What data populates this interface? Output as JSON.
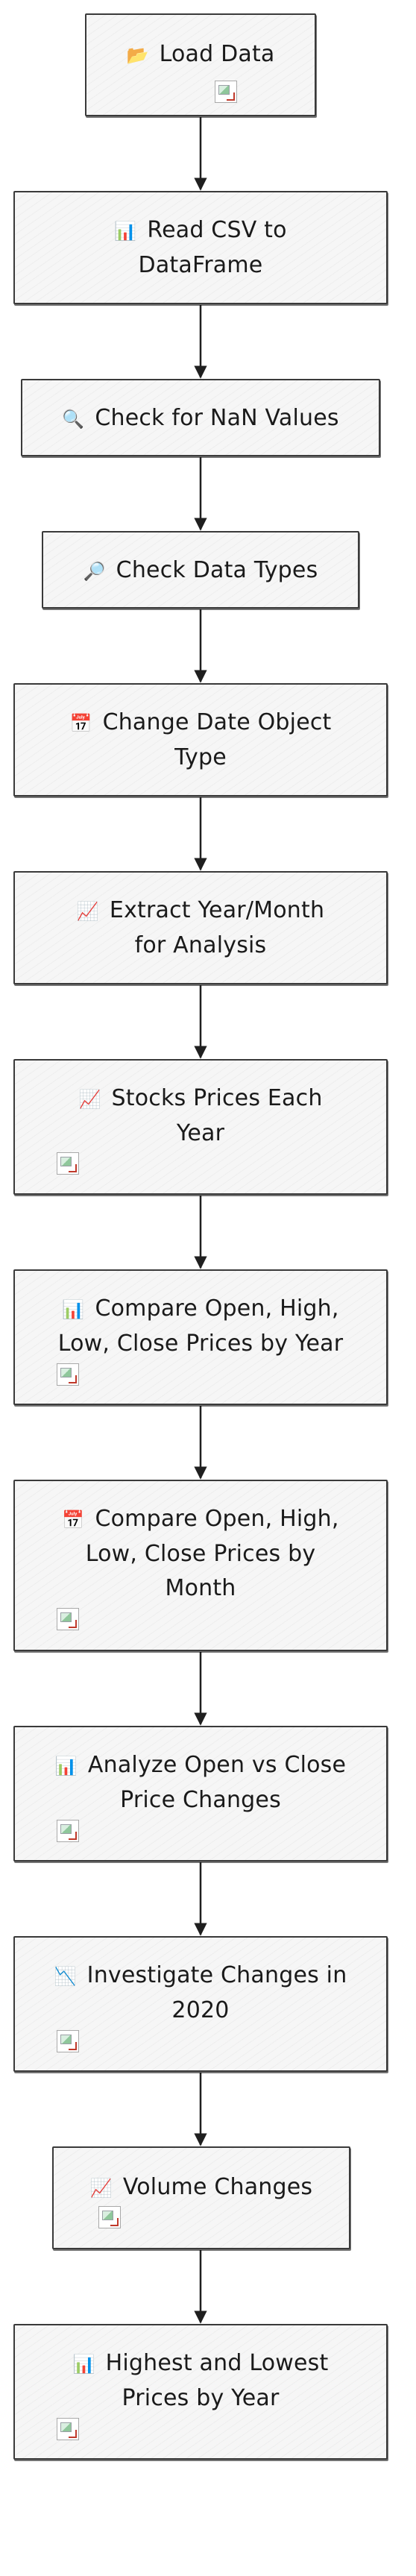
{
  "nodes": [
    {
      "id": "load",
      "icon": "folder-icon",
      "glyph": "📂",
      "text": "Load Data",
      "has_image": true
    },
    {
      "id": "read_csv",
      "icon": "bar-chart-icon",
      "glyph": "📊",
      "text": "Read CSV to DataFrame",
      "has_image": false
    },
    {
      "id": "check_nan",
      "icon": "magnifier-left-icon",
      "glyph": "🔍",
      "text": "Check for NaN Values",
      "has_image": false
    },
    {
      "id": "check_types",
      "icon": "magnifier-right-icon",
      "glyph": "🔎",
      "text": "Check Data Types",
      "has_image": false
    },
    {
      "id": "change_date",
      "icon": "calendar-icon",
      "glyph": "📅",
      "text": "Change Date Object Type",
      "has_image": false
    },
    {
      "id": "extract_year",
      "icon": "trend-up-icon",
      "glyph": "📈",
      "text": "Extract Year/Month for Analysis",
      "has_image": false
    },
    {
      "id": "stocks_prices",
      "icon": "trend-up-icon",
      "glyph": "📈",
      "text": "Stocks Prices Each Year",
      "has_image": true
    },
    {
      "id": "compare_year",
      "icon": "bar-chart-icon",
      "glyph": "📊",
      "text": "Compare Open, High, Low, Close Prices by Year",
      "has_image": true
    },
    {
      "id": "compare_month",
      "icon": "calendar-icon",
      "glyph": "📅",
      "text": "Compare Open, High, Low, Close Prices by Month",
      "has_image": true
    },
    {
      "id": "open_close",
      "icon": "bar-chart-icon",
      "glyph": "📊",
      "text": "Analyze Open vs Close Price Changes",
      "has_image": true
    },
    {
      "id": "changes_2020",
      "icon": "trend-down-icon",
      "glyph": "📉",
      "text": "Investigate Changes in 2020",
      "has_image": true
    },
    {
      "id": "volume",
      "icon": "trend-up-icon",
      "glyph": "📈",
      "text": "Volume Changes",
      "has_image": true
    },
    {
      "id": "high_low",
      "icon": "bar-chart-icon",
      "glyph": "📊",
      "text": "Highest and Lowest Prices by Year",
      "has_image": true
    }
  ],
  "edges": [
    {
      "from": "load",
      "to": "read_csv"
    },
    {
      "from": "read_csv",
      "to": "check_nan"
    },
    {
      "from": "check_nan",
      "to": "check_types"
    },
    {
      "from": "check_types",
      "to": "change_date"
    },
    {
      "from": "change_date",
      "to": "extract_year"
    },
    {
      "from": "extract_year",
      "to": "stocks_prices"
    },
    {
      "from": "stocks_prices",
      "to": "compare_year"
    },
    {
      "from": "compare_year",
      "to": "compare_month"
    },
    {
      "from": "compare_month",
      "to": "open_close"
    },
    {
      "from": "open_close",
      "to": "changes_2020"
    },
    {
      "from": "changes_2020",
      "to": "volume"
    },
    {
      "from": "volume",
      "to": "high_low"
    }
  ]
}
